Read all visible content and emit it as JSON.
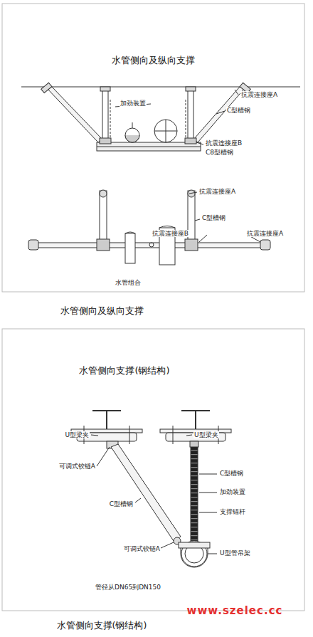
{
  "diagram": {
    "labels": [
      "水管侧向及纵向支撑",
      "加劲装置",
      "抗震连接座A",
      "C型槽钢",
      "抗震连接座B",
      "C8型槽钢",
      "抗震连接座A",
      "C型槽钢",
      "抗震连接座B",
      "抗震连接座A",
      "水管组合",
      "水管侧向及纵向支撑",
      "水管侧向支撑(钢结构)",
      "U型梁夹",
      "U型梁夹",
      "可调式铰链A",
      "C型槽钢",
      "加劲装置",
      "C型槽钢",
      "支撑锚杆",
      "可调式铰链A",
      "U型管吊架",
      "管径从DN65到DN150",
      "水管侧向支撑(钢结构)",
      "www.szelec.cc"
    ]
  }
}
